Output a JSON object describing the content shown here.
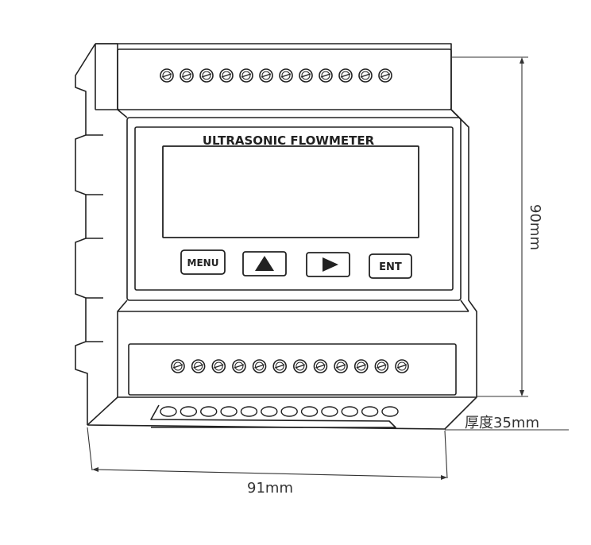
{
  "device": {
    "title": "ULTRASONIC FLOWMETER",
    "buttons": [
      {
        "label": "MENU",
        "icon": "text"
      },
      {
        "label": "",
        "icon": "up-triangle-icon"
      },
      {
        "label": "",
        "icon": "right-triangle-icon"
      },
      {
        "label": "ENT",
        "icon": "text"
      }
    ],
    "top_terminal_count": 12,
    "bottom_terminal_count": 12,
    "bottom_slot_count": 12
  },
  "dimensions": {
    "height": "90mm",
    "thickness": "厚度35mm",
    "width": "91mm"
  },
  "colors": {
    "line": "#222222",
    "dim_line": "#333333"
  }
}
